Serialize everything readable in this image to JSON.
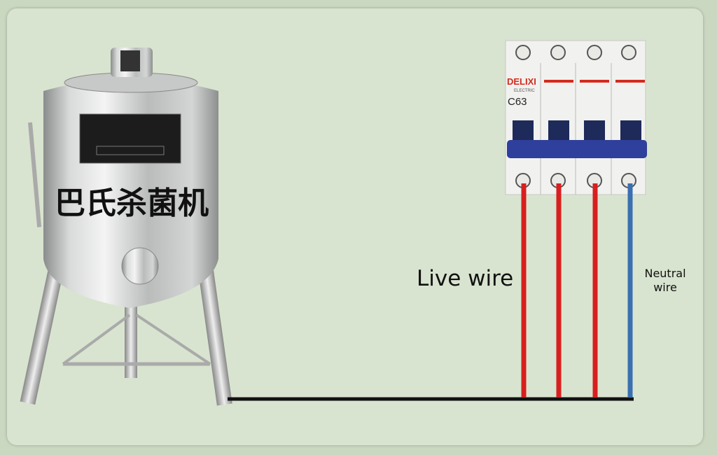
{
  "machine": {
    "label": "巴氏杀菌机"
  },
  "breaker": {
    "brand": "DELIXI",
    "sub": "ELECTRIC",
    "rating": "C63"
  },
  "labels": {
    "live": "Live wire",
    "neutral_line1": "Neutral",
    "neutral_line2": "wire"
  },
  "colors": {
    "live_wire": "#d81f1f",
    "neutral_wire": "#3a6fb0",
    "ground_line": "#111111",
    "background": "#d8e4cf"
  }
}
